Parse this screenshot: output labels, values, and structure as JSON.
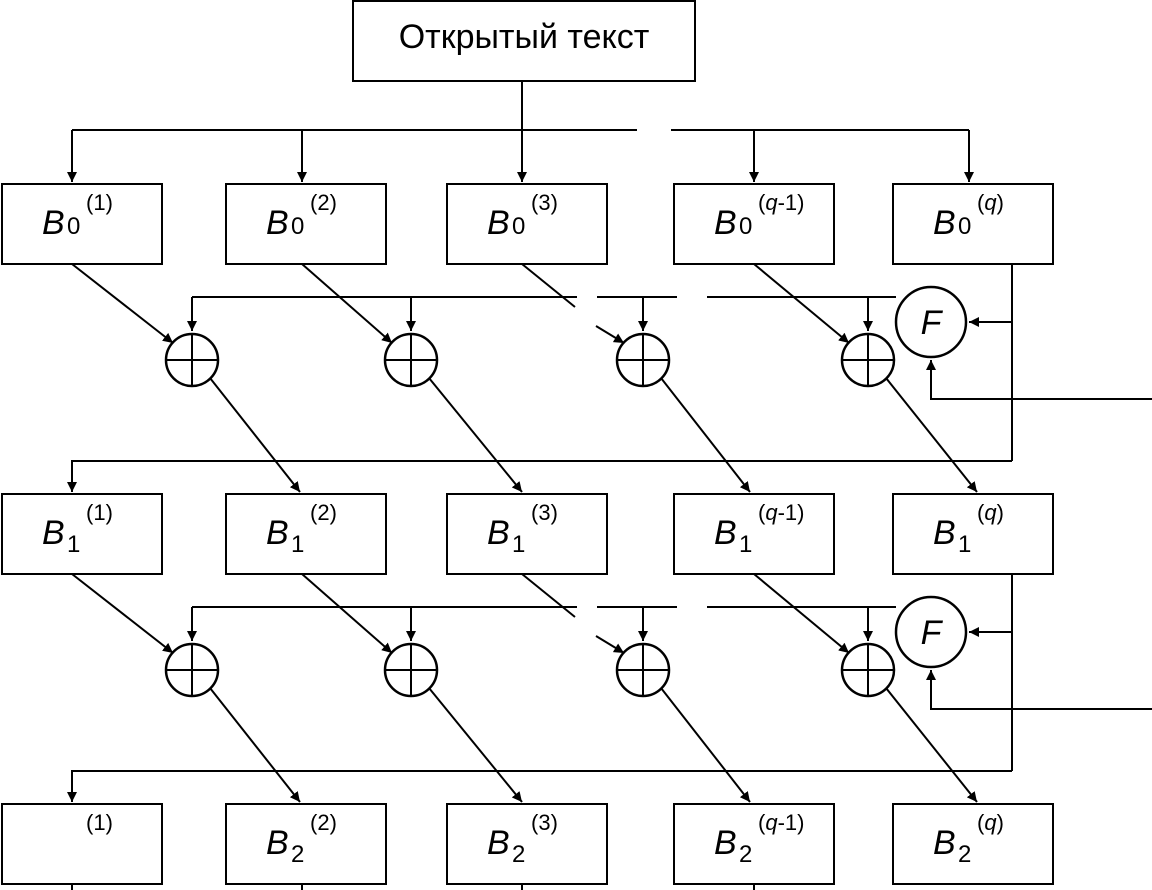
{
  "title": "Открытый текст",
  "f_label": "F",
  "block_letter": "B",
  "columns": [
    {
      "open": "(",
      "idx": "1",
      "close": ")"
    },
    {
      "open": "(",
      "idx": "2",
      "close": ")"
    },
    {
      "open": "(",
      "idx": "3",
      "close": ")"
    },
    {
      "open": "(",
      "idx": "q",
      "close": "-1)"
    },
    {
      "open": "(",
      "idx": "q",
      "close": ")"
    }
  ],
  "rows": [
    {
      "sub": "0",
      "letter_hidden_first": false
    },
    {
      "sub": "1",
      "letter_hidden_first": false
    },
    {
      "sub": "2",
      "letter_hidden_first": true
    }
  ]
}
